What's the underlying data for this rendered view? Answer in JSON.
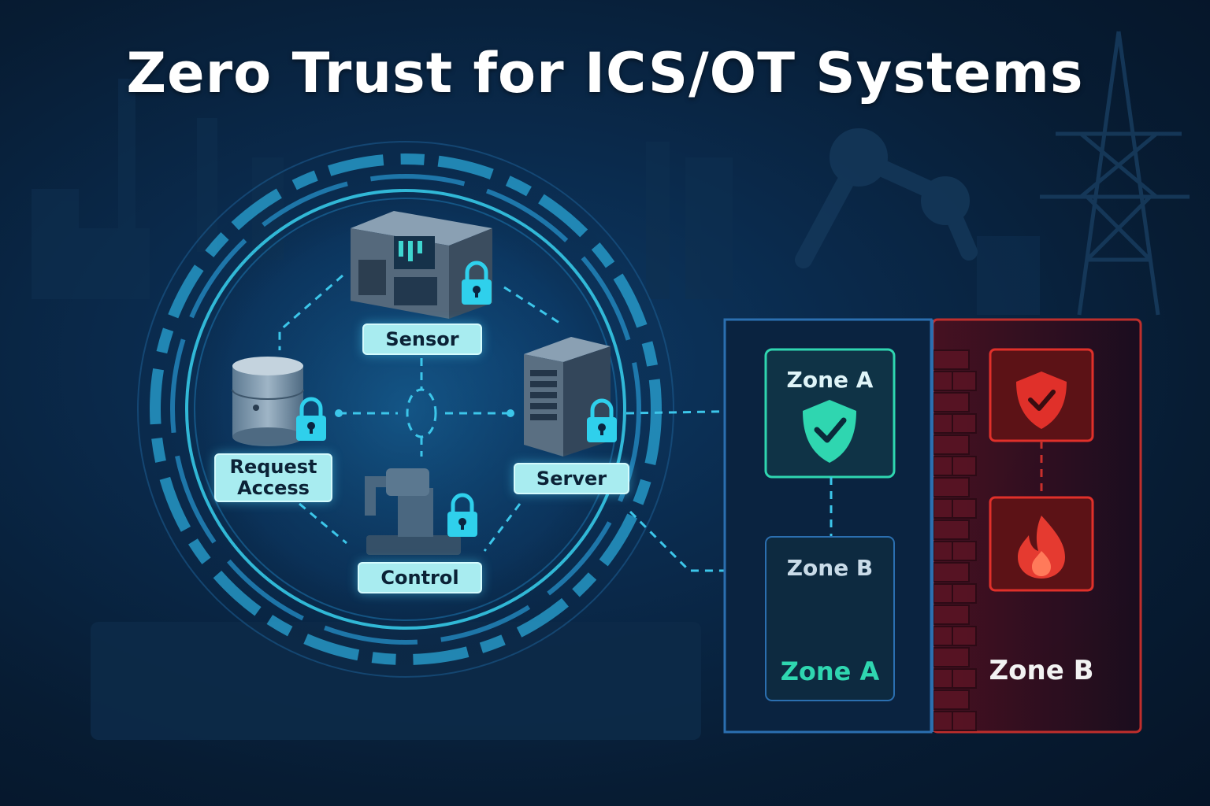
{
  "title": "Zero Trust for ICS/OT Systems",
  "nodes": {
    "sensor": "Sensor",
    "server": "Server",
    "request_access": "Request\nAccess",
    "control": "Control"
  },
  "zones": {
    "zone_a_card": "Zone A",
    "zone_b_card": "Zone B",
    "zone_a_footer": "Zone A",
    "zone_b_footer": "Zone B"
  },
  "colors": {
    "accent_cyan": "#35c8e6",
    "label_bg": "#a8ecf0",
    "secure_green": "#2fd6b0",
    "threat_red": "#e0302a",
    "background": "#0a2a4c"
  },
  "icons": {
    "sensor": "plc-controller-icon",
    "server": "server-tower-icon",
    "request_access": "database-icon",
    "control": "robot-actuator-icon",
    "lock": "padlock-icon",
    "secure": "shield-check-icon",
    "threat": "fire-icon"
  }
}
